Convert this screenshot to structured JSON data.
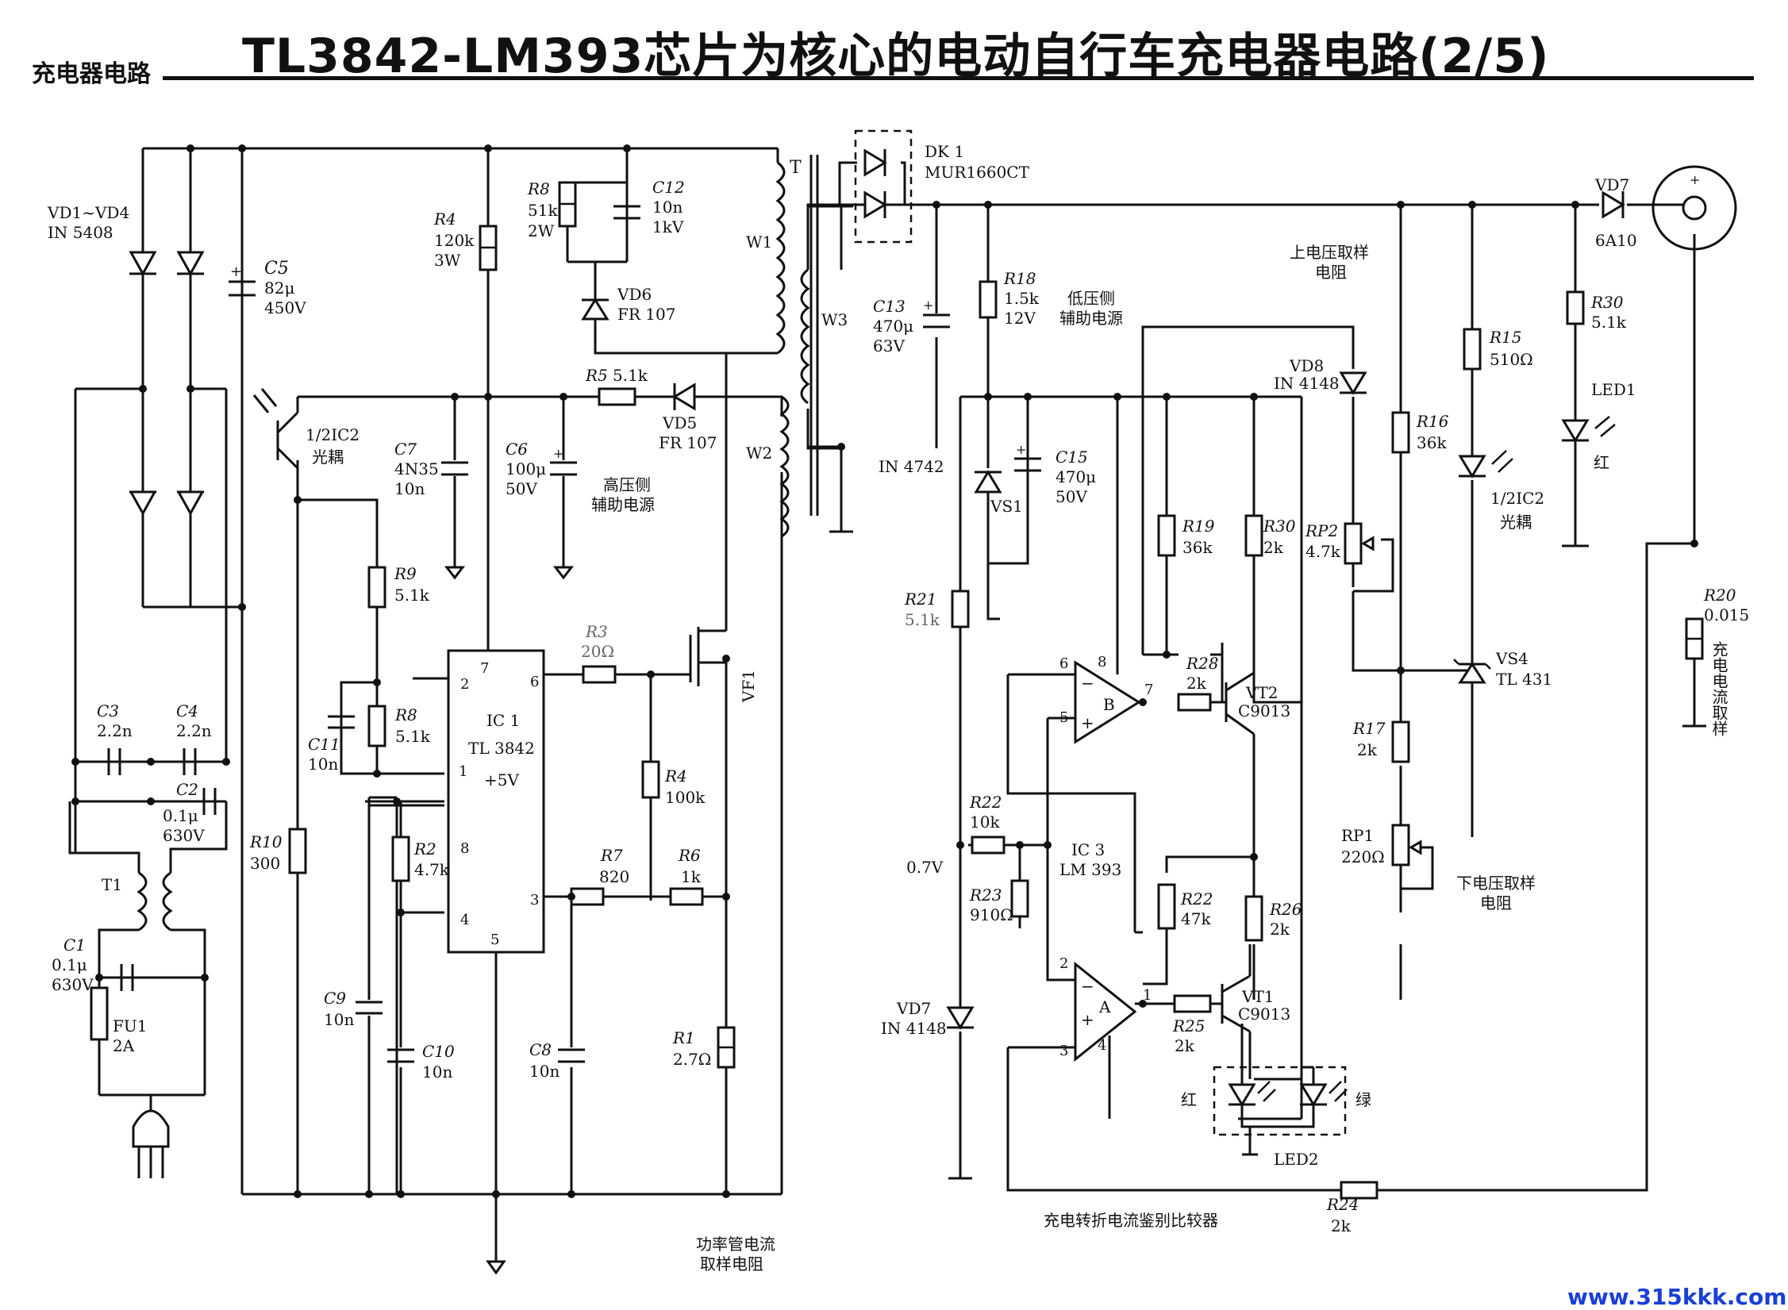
{
  "header": {
    "section": "充电器电路",
    "title": "TL3842-LM393芯片为核心的电动自行车充电器电路(2/5)"
  },
  "watermark": "www.315kkk.com",
  "labels": {
    "vd1_vd4": "VD1~VD4",
    "in5408": "IN 5408",
    "c5": "C5",
    "c5v": "82μ",
    "c5u": "450V",
    "r4": "R4",
    "r4v": "120k",
    "r4u": "3W",
    "r8a": "R8",
    "r8av": "51k",
    "r8au": "2W",
    "c12": "C12",
    "c12v": "10n",
    "c12u": "1kV",
    "vd6": "VD6",
    "vd6m": "FR 107",
    "t": "T",
    "w1": "W1",
    "w2": "W2",
    "w3": "W3",
    "r5": "R5",
    "r5v": "5.1k",
    "vd5": "VD5",
    "vd5m": "FR 107",
    "ic2a": "1/2IC2",
    "ic2a_cn": "光耦",
    "c7": "C7",
    "c7v": "4N35",
    "c7u": "10n",
    "c6": "C6",
    "c6v": "100μ",
    "c6u": "50V",
    "hv_aux": "高压侧",
    "hv_aux2": "辅助电源",
    "r9": "R9",
    "r9v": "5.1k",
    "r3": "R3",
    "r3v": "20Ω",
    "vf1": "VF1",
    "c3": "C3",
    "c3v": "2.2n",
    "c4": "C4",
    "c4v": "2.2n",
    "c2": "C2",
    "c2v": "0.1μ",
    "c2u": "630V",
    "c11": "C11",
    "c11v": "10n",
    "r8b": "R8",
    "r8bv": "5.1k",
    "ic1": "IC 1",
    "ic1m": "TL 3842",
    "ic1p": "+5V",
    "pin7": "7",
    "pin2": "2",
    "pin6": "6",
    "pin1": "1",
    "pin8": "8",
    "pin4": "4",
    "pin3": "3",
    "pin5": "5",
    "r4b": "R4",
    "r4bv": "100k",
    "r10": "R10",
    "r10v": "300",
    "r2": "R2",
    "r2v": "4.7k",
    "r7": "R7",
    "r7v": "820",
    "r6": "R6",
    "r6v": "1k",
    "t1": "T1",
    "c1": "C1",
    "c1v": "0.1μ",
    "c1u": "630V",
    "fu1": "FU1",
    "fu1v": "2A",
    "c9": "C9",
    "c9v": "10n",
    "c10": "C10",
    "c10v": "10n",
    "c8": "C8",
    "c8v": "10n",
    "r1": "R1",
    "r1v": "2.7Ω",
    "pwr_sense": "功率管电流",
    "pwr_sense2": "取样电阻",
    "dk1": "DK 1",
    "dk1m": "MUR1660CT",
    "c13": "C13",
    "c13v": "470μ",
    "c13u": "63V",
    "in4742": "IN 4742",
    "r18": "R18",
    "r18v": "1.5k",
    "r18u": "12V",
    "lv_aux": "低压侧",
    "lv_aux2": "辅助电源",
    "vs1": "VS1",
    "c15": "C15",
    "c15v": "470μ",
    "c15u": "50V",
    "r21": "R21",
    "r21v": "5.1k",
    "upper_sample": "上电压取样",
    "upper_sample2": "电阻",
    "vd8": "VD8",
    "vd8m": "IN 4148",
    "r19": "R19",
    "r19v": "36k",
    "r30b": "R30",
    "r30bv": "2k",
    "rp2": "RP2",
    "rp2v": "4.7k",
    "r16": "R16",
    "r16v": "36k",
    "r15": "R15",
    "r15v": "510Ω",
    "ic2b": "1/2IC2",
    "ic2b_cn": "光耦",
    "vd7a": "VD7",
    "vd7am": "6A10",
    "r30a": "R30",
    "r30av": "5.1k",
    "led1": "LED1",
    "led1c": "红",
    "r20": "R20",
    "r20v": "0.015",
    "r20_cn": "充电电流取样",
    "vs4": "VS4",
    "vs4m": "TL 431",
    "r28": "R28",
    "r28v": "2k",
    "vt2": "VT2",
    "vt2m": "C9013",
    "r17": "R17",
    "r17v": "2k",
    "rp1": "RP1",
    "rp1v": "220Ω",
    "lower_sample": "下电压取样",
    "lower_sample2": "电阻",
    "r22a": "R22",
    "r22av": "10k",
    "ic3": "IC 3",
    "ic3m": "LM 393",
    "v07": "0.7V",
    "r23": "R23",
    "r23v": "910Ω",
    "r22b": "R22",
    "r22bv": "47k",
    "r26": "R26",
    "r26v": "2k",
    "vt1": "VT1",
    "vt1m": "C9013",
    "r25": "R25",
    "r25v": "2k",
    "vd7b": "VD7",
    "vd7bm": "IN 4148",
    "led_red": "红",
    "led_green": "绿",
    "led2": "LED2",
    "r24": "R24",
    "r24v": "2k",
    "comparator_cn": "充电转折电流鉴别比较器",
    "op_b": "B",
    "op_a": "A",
    "p6": "6",
    "p8": "8",
    "p7": "7",
    "p5": "5",
    "p2": "2",
    "p1": "1",
    "p3": "3",
    "p4": "4",
    "plus": "+",
    "minus": "−"
  }
}
